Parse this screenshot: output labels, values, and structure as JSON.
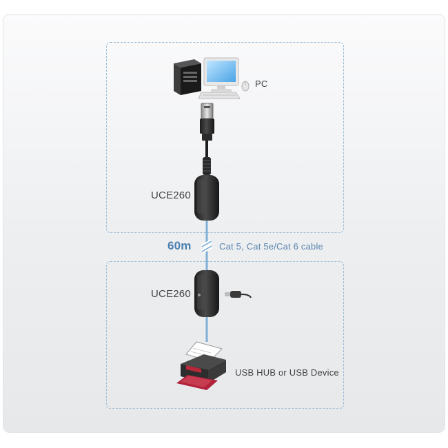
{
  "labels": {
    "pc": "PC",
    "extender_local": "UCE260",
    "extender_remote": "UCE260",
    "distance": "60m",
    "cable": "Cat 5, Cat 5e/Cat 6 cable",
    "device": "USB HUB or USB Device"
  },
  "colors": {
    "zone_border": "#9dbcd4",
    "cable": "#7fb0d8",
    "accent_text": "#4a7fb0",
    "unit_body": "#2b2b2b"
  }
}
